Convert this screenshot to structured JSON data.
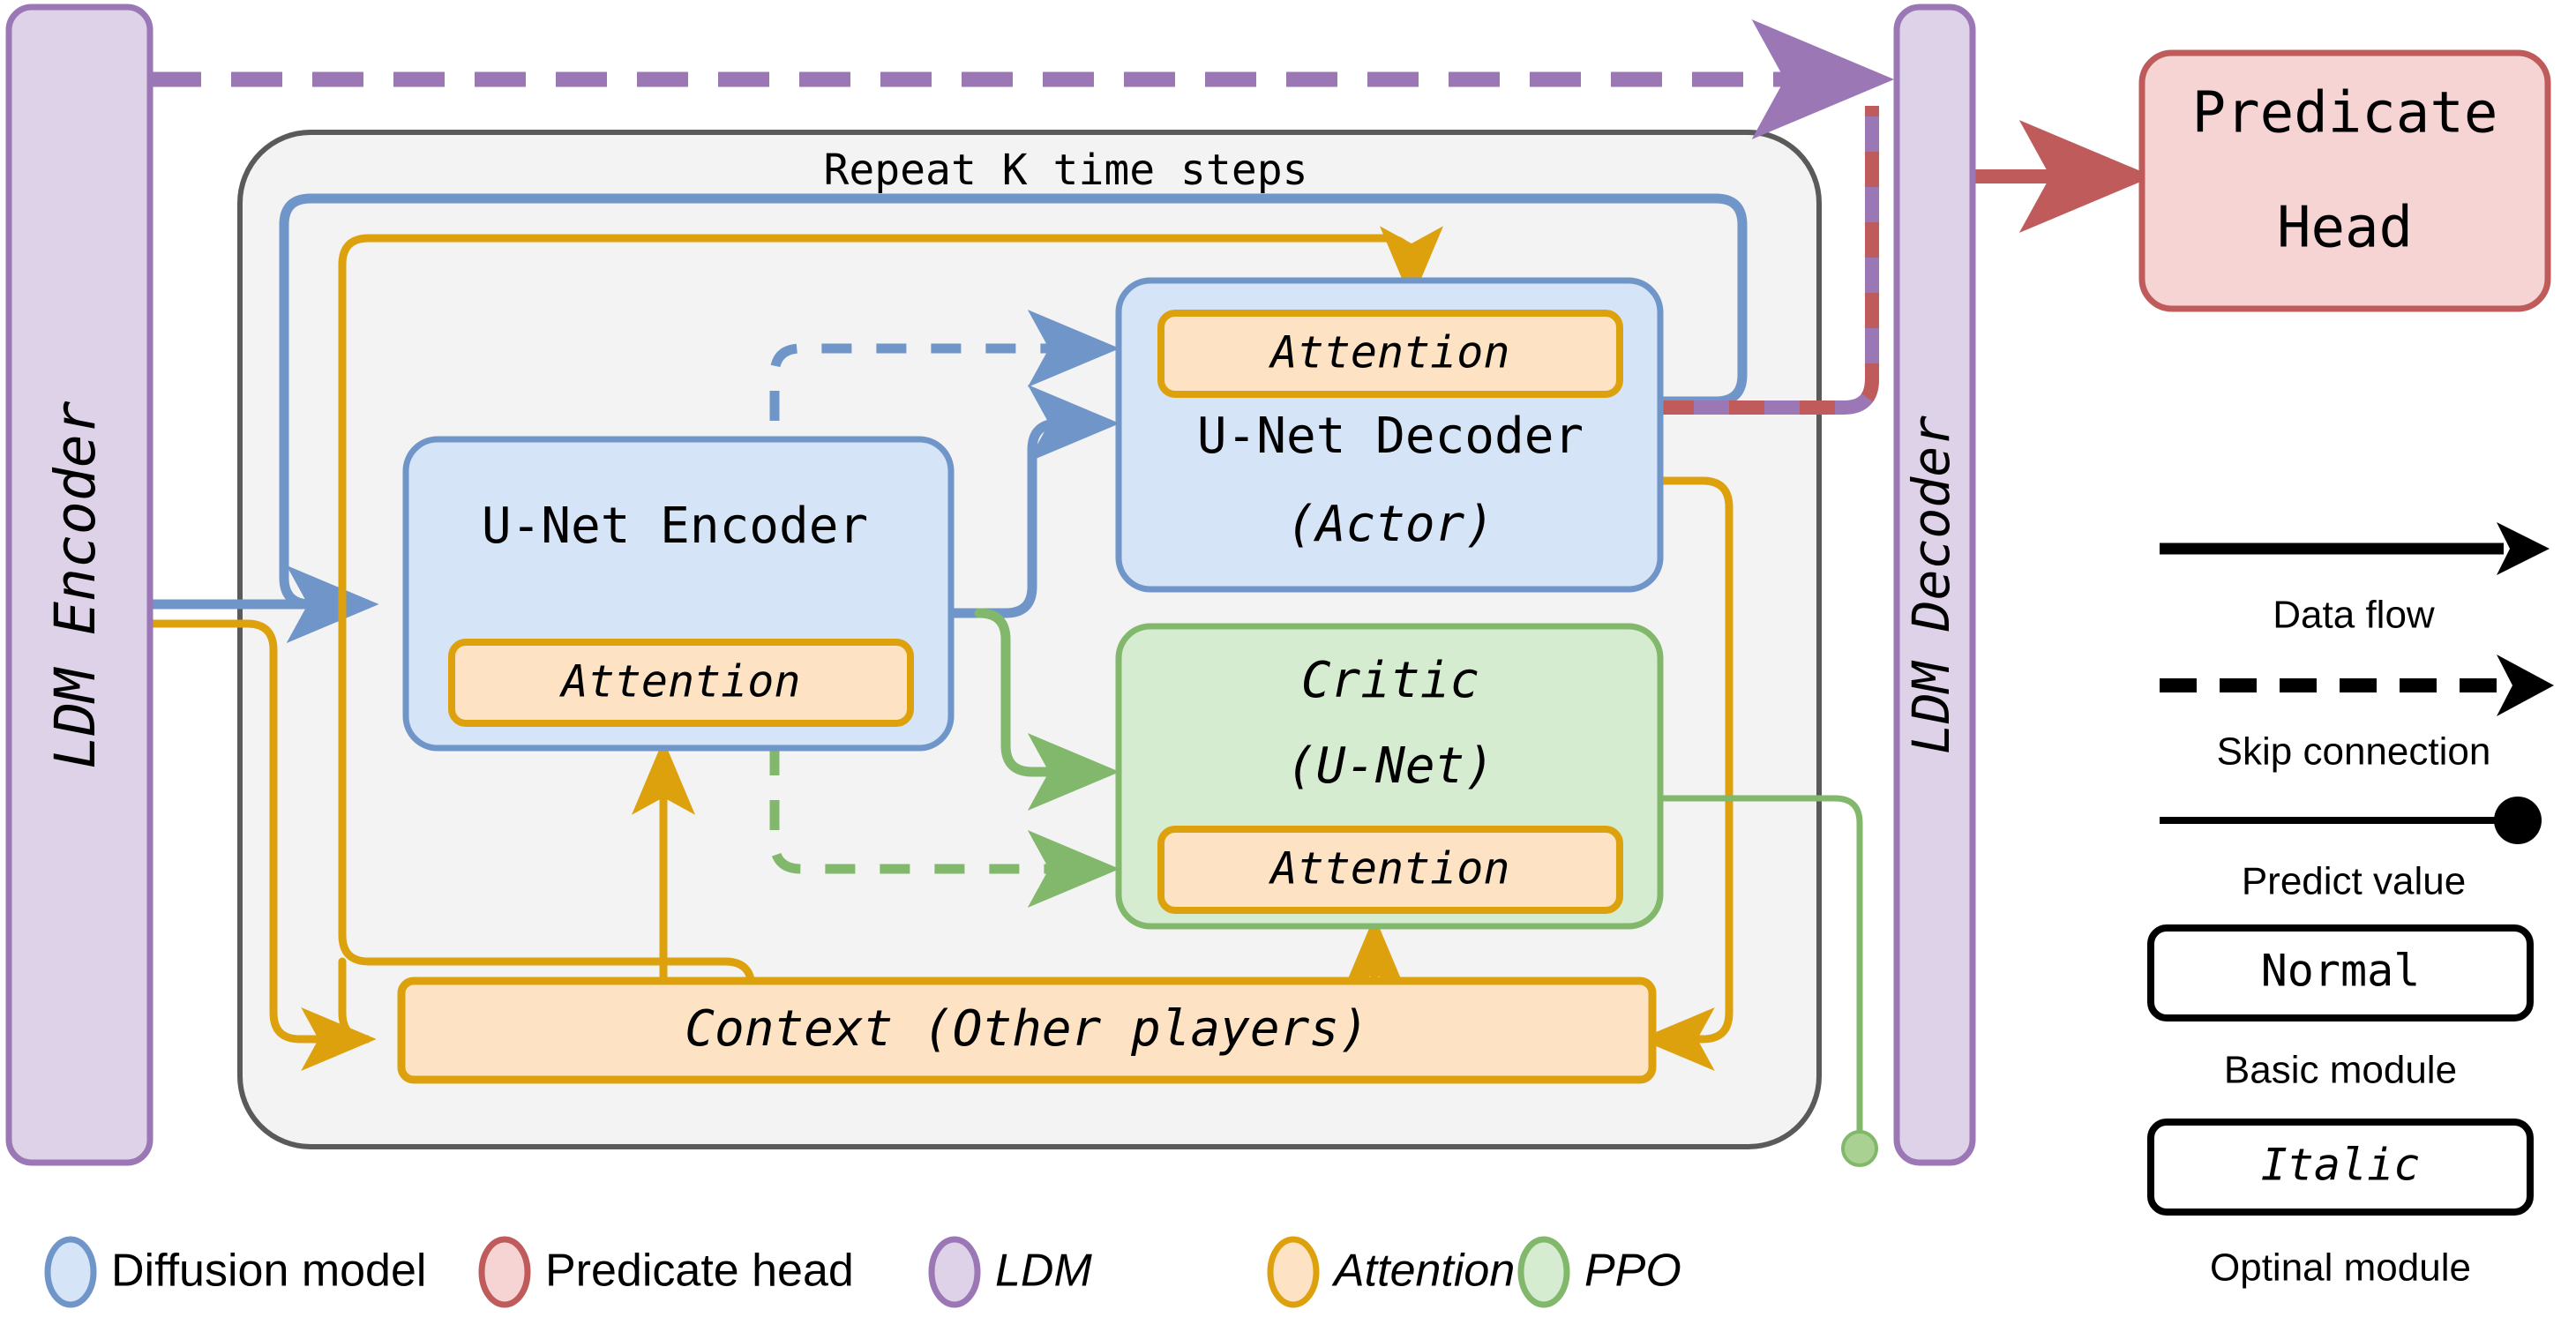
{
  "diagram": {
    "title_note": "Repeat K time steps",
    "modules": {
      "ldm_encoder": "LDM Encoder",
      "ldm_decoder": "LDM Decoder",
      "predicate_head_line1": "Predicate",
      "predicate_head_line2": "Head",
      "unet_encoder": "U-Net Encoder",
      "unet_decoder_line1": "U-Net Decoder",
      "unet_decoder_line2": "(Actor)",
      "critic_line1": "Critic",
      "critic_line2": "(U-Net)",
      "attention": "Attention",
      "context": "Context (Other players)"
    }
  },
  "legend_lines": {
    "data_flow": "Data flow",
    "skip_connection": "Skip connection",
    "predict_value": "Predict value",
    "normal_box": "Normal",
    "basic_module": "Basic module",
    "italic_box": "Italic",
    "optinal_module": "Optinal module"
  },
  "legend_colors": [
    {
      "label": "Diffusion model",
      "fill": "#d6e4f7",
      "stroke": "#6f95c9",
      "italic": false
    },
    {
      "label": "Predicate head",
      "fill": "#f7d4d4",
      "stroke": "#c05b5b",
      "italic": false
    },
    {
      "label": "LDM",
      "fill": "#ded2e8",
      "stroke": "#9b77b5",
      "italic": true
    },
    {
      "label": "Attention",
      "fill": "#fde3c4",
      "stroke": "#dda10d",
      "italic": true
    },
    {
      "label": "PPO",
      "fill": "#d6ecd0",
      "stroke": "#81b86b",
      "italic": true
    }
  ],
  "colors": {
    "blue_stroke": "#6f95c9",
    "blue_fill": "#d6e4f7",
    "red_stroke": "#c05b5b",
    "red_fill": "#f7d4d4",
    "purple_stroke": "#9b77b5",
    "purple_fill": "#ded2e8",
    "orange_stroke": "#dda10d",
    "orange_fill": "#fde3c4",
    "green_stroke": "#81b86b",
    "green_fill": "#d6ecd0",
    "gray_stroke": "#5a5a5a",
    "gray_fill": "#f3f3f3",
    "black": "#000000"
  }
}
